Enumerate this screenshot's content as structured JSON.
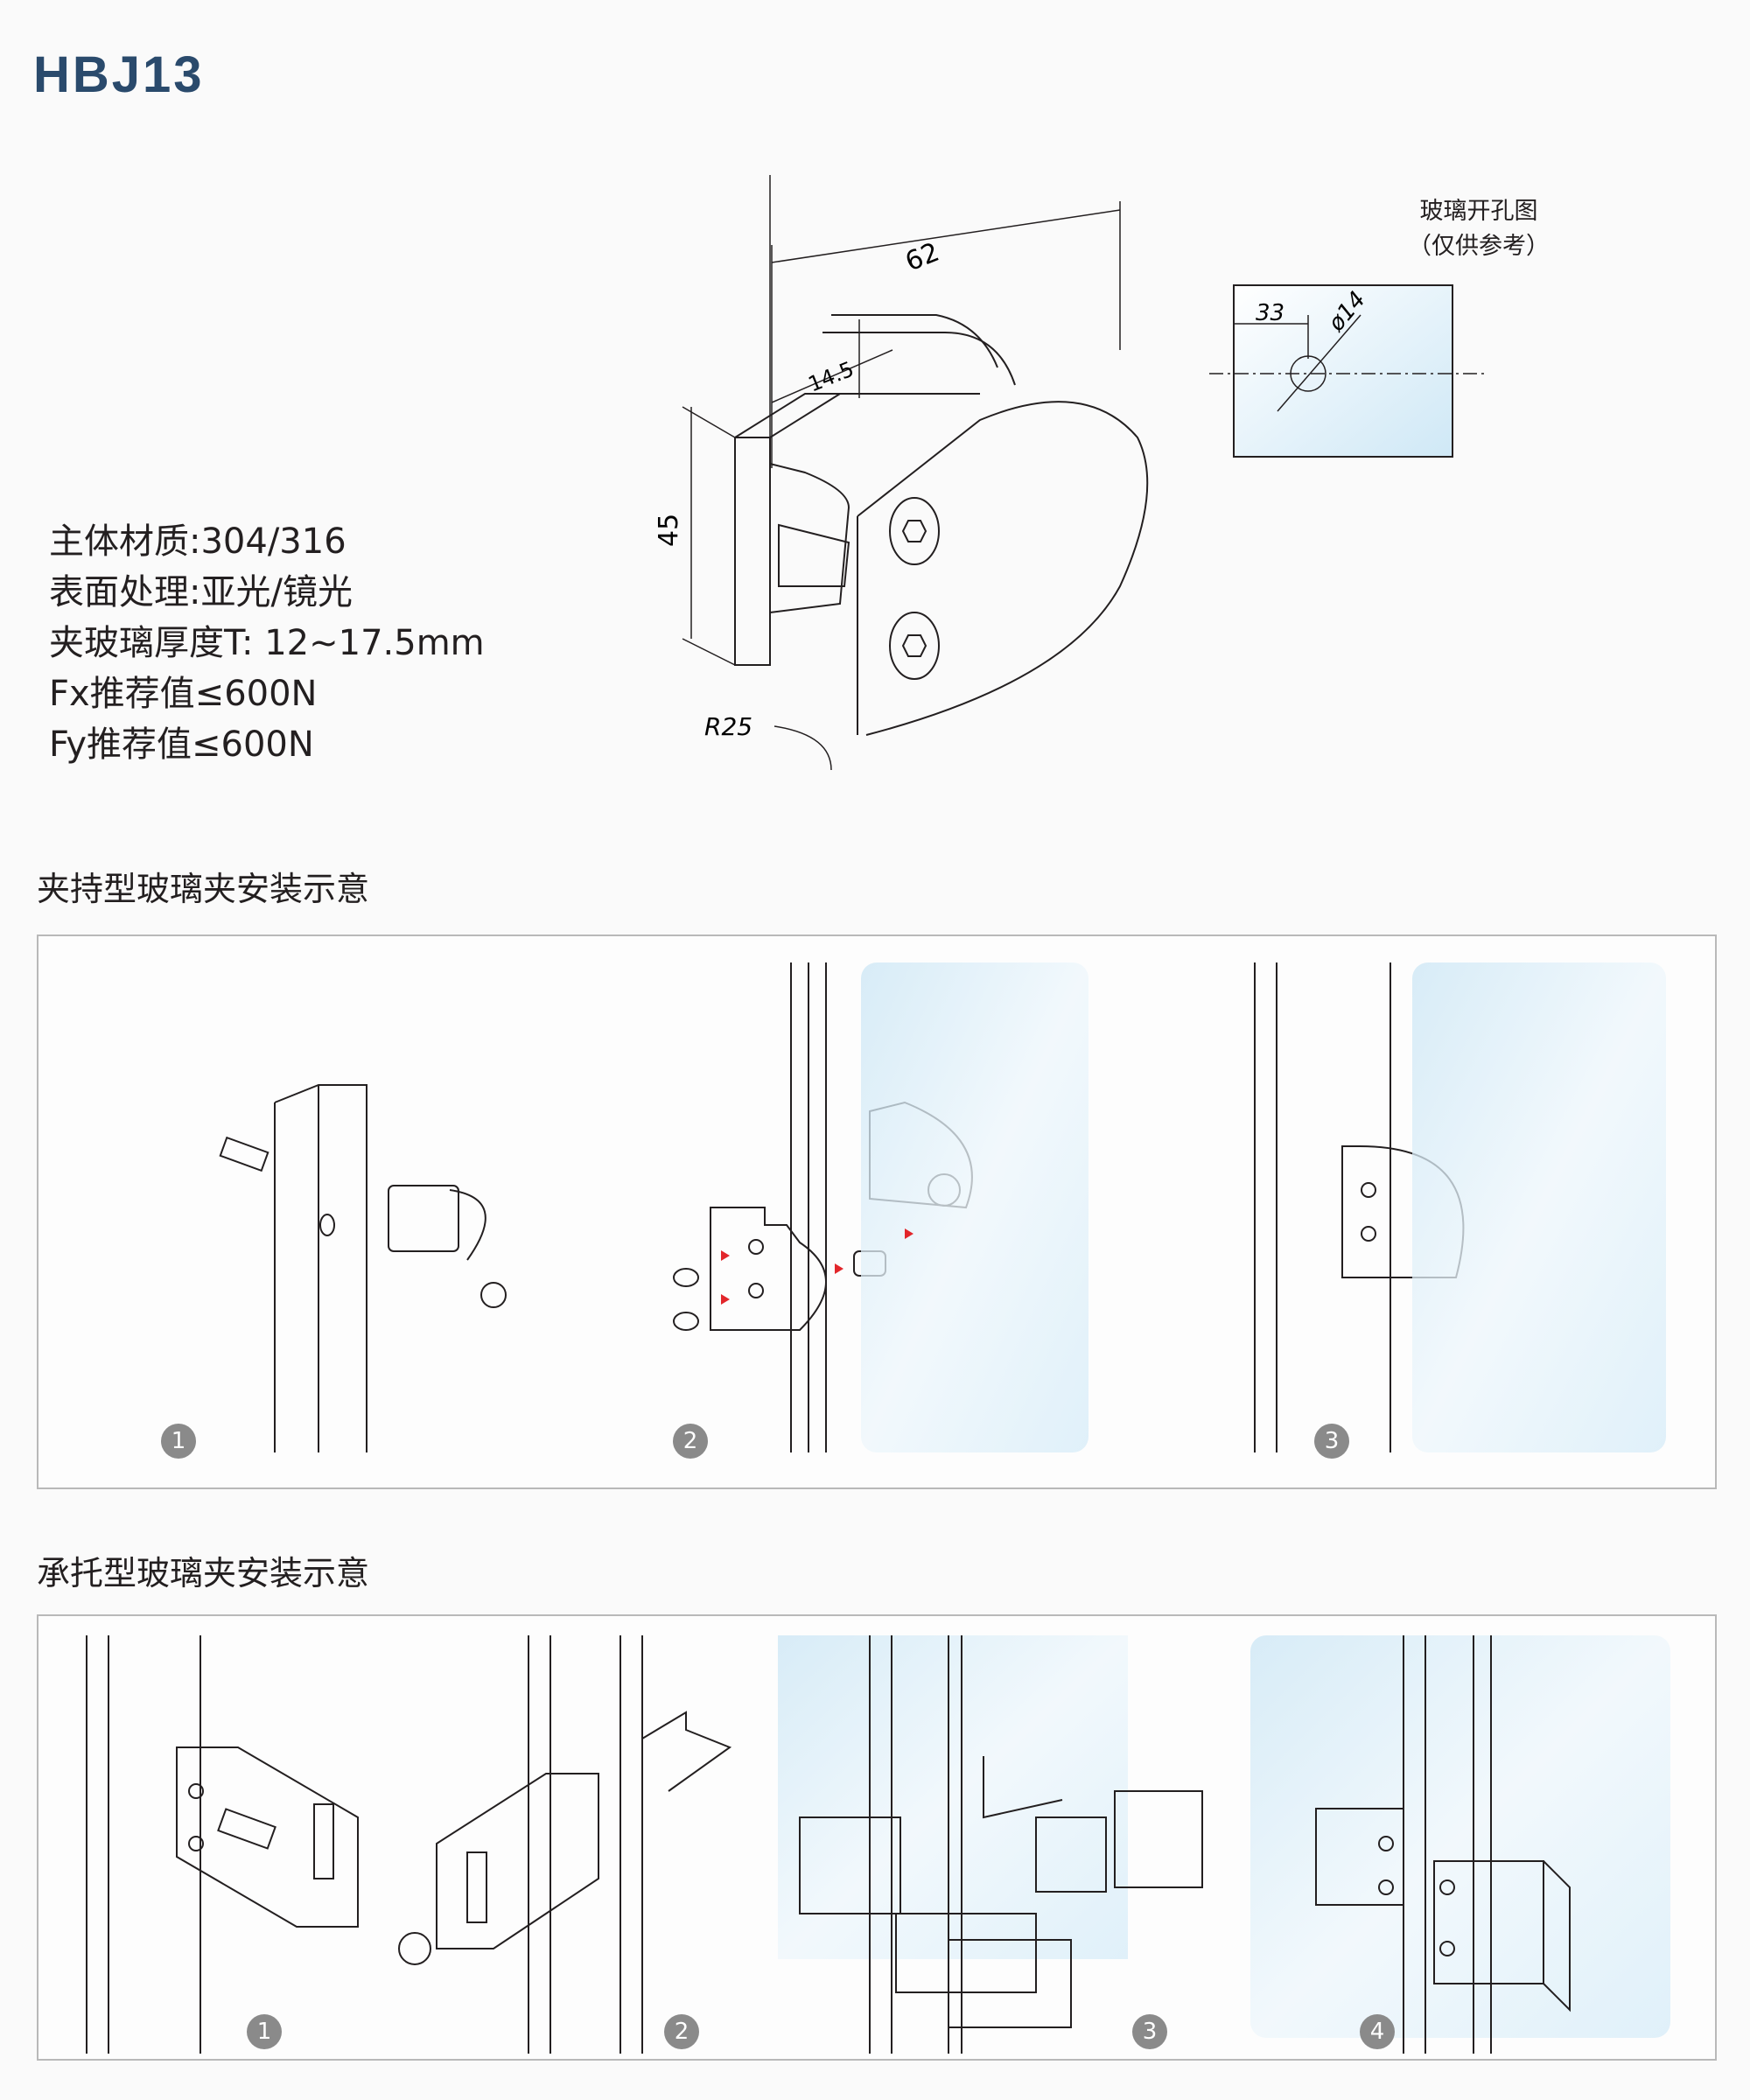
{
  "title": "HBJ13",
  "specs": [
    "主体材质:304/316",
    "表面处理:亚光/镜光",
    "夹玻璃厚度T: 12~17.5mm",
    "Fx推荐值≤600N",
    "Fy推荐值≤600N"
  ],
  "drawing": {
    "dim_62": "62",
    "dim_14_5": "14.5",
    "dim_45": "45",
    "dim_r25": "R25"
  },
  "hole_diagram": {
    "title": "玻璃开孔图",
    "subtitle": "（仅供参考）",
    "dim_33": "33",
    "dim_phi14": "ø14"
  },
  "section1": {
    "title": "夹持型玻璃夹安装示意",
    "steps": [
      "1",
      "2",
      "3"
    ]
  },
  "section2": {
    "title": "承托型玻璃夹安装示意",
    "steps": [
      "1",
      "2",
      "3",
      "4"
    ]
  },
  "colors": {
    "title": "#2a4a6c",
    "line": "#231f20",
    "glass": "#dceef8",
    "arrow": "#e2262b",
    "badge": "#8a8a8a"
  }
}
